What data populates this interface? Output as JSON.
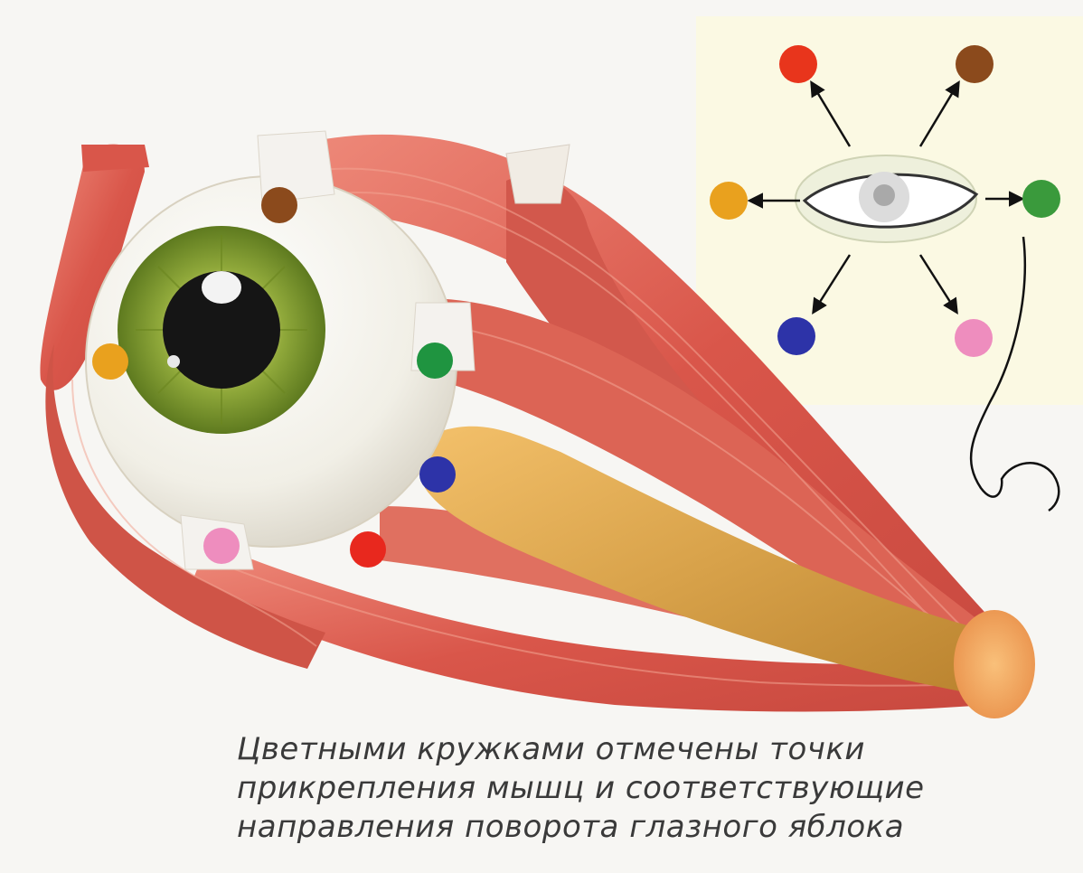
{
  "caption": {
    "lines": [
      "Цветными кружками отмечены точки",
      "прикрепления мышц и соответствующие",
      "направления поворота глазного яблока"
    ]
  },
  "muscles": [
    {
      "id": "superior-rectus",
      "color": "#8b4a1c"
    },
    {
      "id": "medial-rectus",
      "color": "#e9a11e"
    },
    {
      "id": "lateral-rectus",
      "color": "#1f9440"
    },
    {
      "id": "inferior-rectus",
      "color": "#2d33a8"
    },
    {
      "id": "superior-oblique",
      "color": "#ee6fae"
    },
    {
      "id": "inferior-oblique",
      "color": "#e8281e"
    }
  ],
  "colors": {
    "muscle": "#d9564a",
    "muscle_light": "#eb8a78",
    "nerve": "#d8a24a",
    "iris": "#7f9a2d",
    "background": "#f7f6f3",
    "inset_background": "#fbf9e3"
  }
}
